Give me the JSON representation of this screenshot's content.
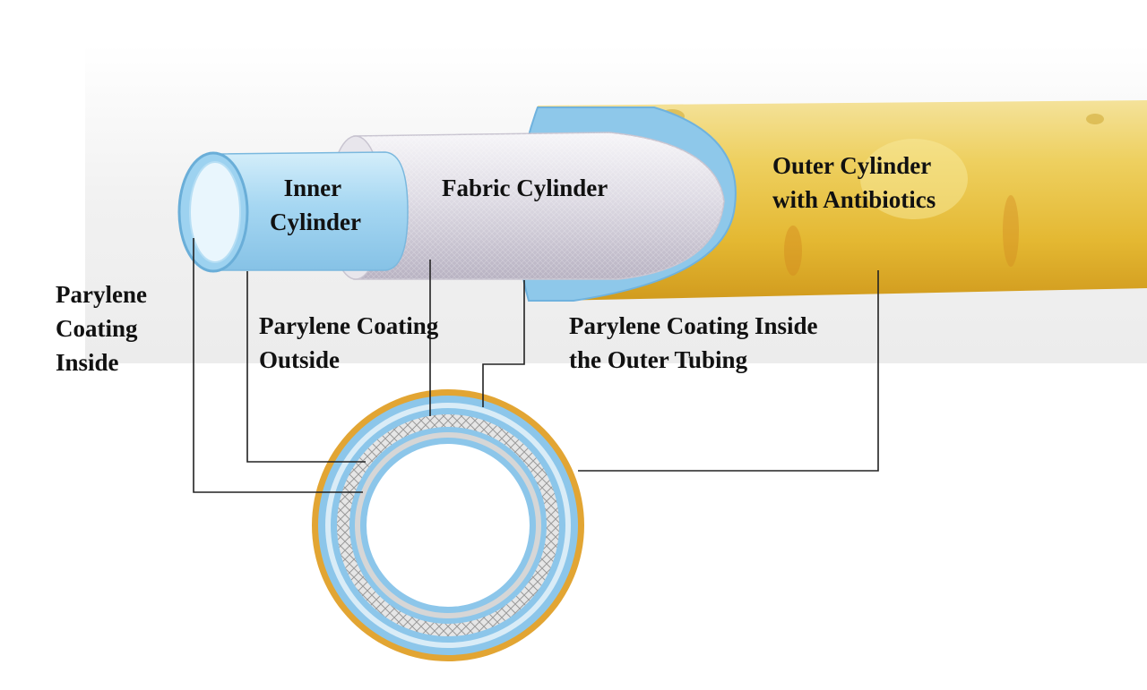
{
  "labels": {
    "inner_cylinder": [
      "Inner",
      "Cylinder"
    ],
    "fabric_cylinder": [
      "Fabric Cylinder"
    ],
    "outer_cylinder": [
      "Outer Cylinder",
      "with Antibiotics"
    ],
    "parylene_inside": [
      "Parylene",
      "Coating",
      "Inside"
    ],
    "parylene_outside": [
      "Parylene Coating",
      "Outside"
    ],
    "parylene_outer_tubing": [
      "Parylene Coating Inside",
      "the Outer Tubing"
    ]
  },
  "colors": {
    "outer_tube": "#e8c43a",
    "outer_tube_dark": "#c99a1e",
    "fabric": "#dcd8e2",
    "inner_tube": "#a8d8f2",
    "coating_blue": "#8cc6ea",
    "leader_line": "#222222",
    "text": "#111111",
    "orange_ring": "#e0a030"
  }
}
